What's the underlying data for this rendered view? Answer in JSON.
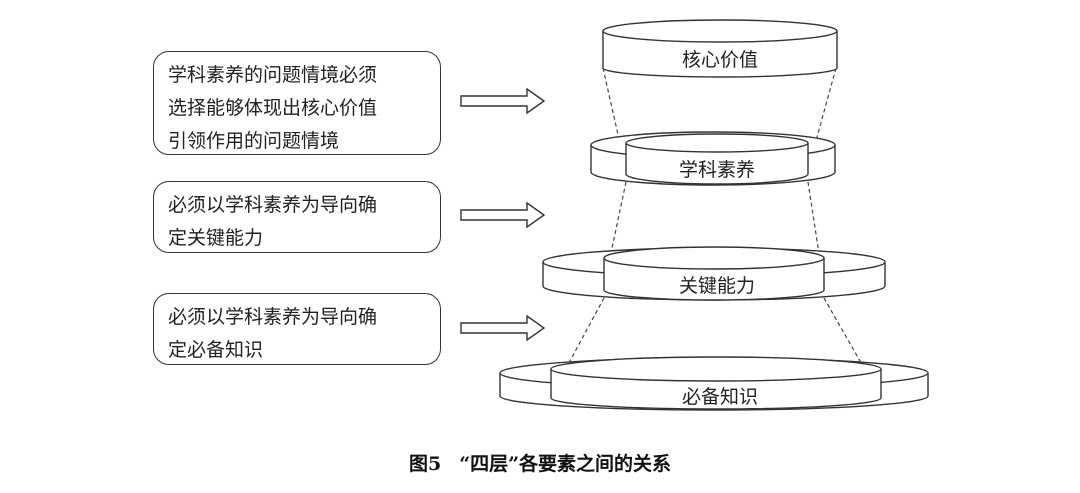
{
  "rules": [
    {
      "lines": [
        "学科素养的问题情境必须",
        "选择能够体现出核心价值",
        "引领作用的问题情境"
      ]
    },
    {
      "lines": [
        "必须以学科素养为导向确",
        "定关键能力"
      ]
    },
    {
      "lines": [
        "必须以学科素养为导向确",
        "定必备知识"
      ]
    }
  ],
  "layers": [
    {
      "label": "核心价值"
    },
    {
      "label": "学科素养"
    },
    {
      "label": "关键能力"
    },
    {
      "label": "必备知识"
    }
  ],
  "caption": {
    "figure_number": "图5",
    "title": "“四层”各要素之间的关系"
  }
}
